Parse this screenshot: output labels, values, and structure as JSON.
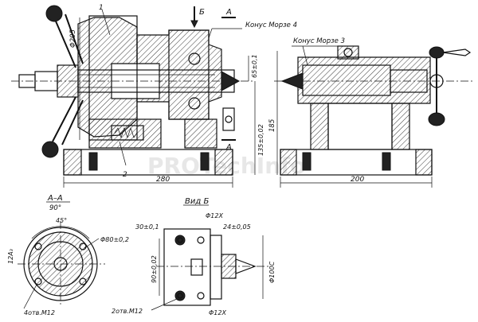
{
  "watermark": "PROTechInfo",
  "labels": {
    "cone_morse_4": "Конус Морзе 4",
    "cone_morse_3": "Конус Морзе 3",
    "view_b_marker": "Б",
    "section_a_top": "A",
    "section_a_bottom": "A",
    "part_1": "1",
    "part_2": "2",
    "section_title": "A–A",
    "section_angle": "90°",
    "angle_45": "45°",
    "view_b_title": "Вид Б"
  },
  "dims": {
    "d205": "Φ205",
    "h65": "65±0,1",
    "h135": "135±0,02",
    "h185": "185",
    "w280": "280",
    "w200": "200",
    "d80": "Φ80±0,2",
    "holes_m12_left": "4отв.М12",
    "ra": "12А₃",
    "d12x_top": "Φ12Х",
    "d30": "30±0,1",
    "d24": "24±0,05",
    "h90": "90±0,02",
    "d100c": "Φ100С",
    "holes_m12_right": "2отв.М12",
    "d12x_bottom": "Φ12Х"
  }
}
